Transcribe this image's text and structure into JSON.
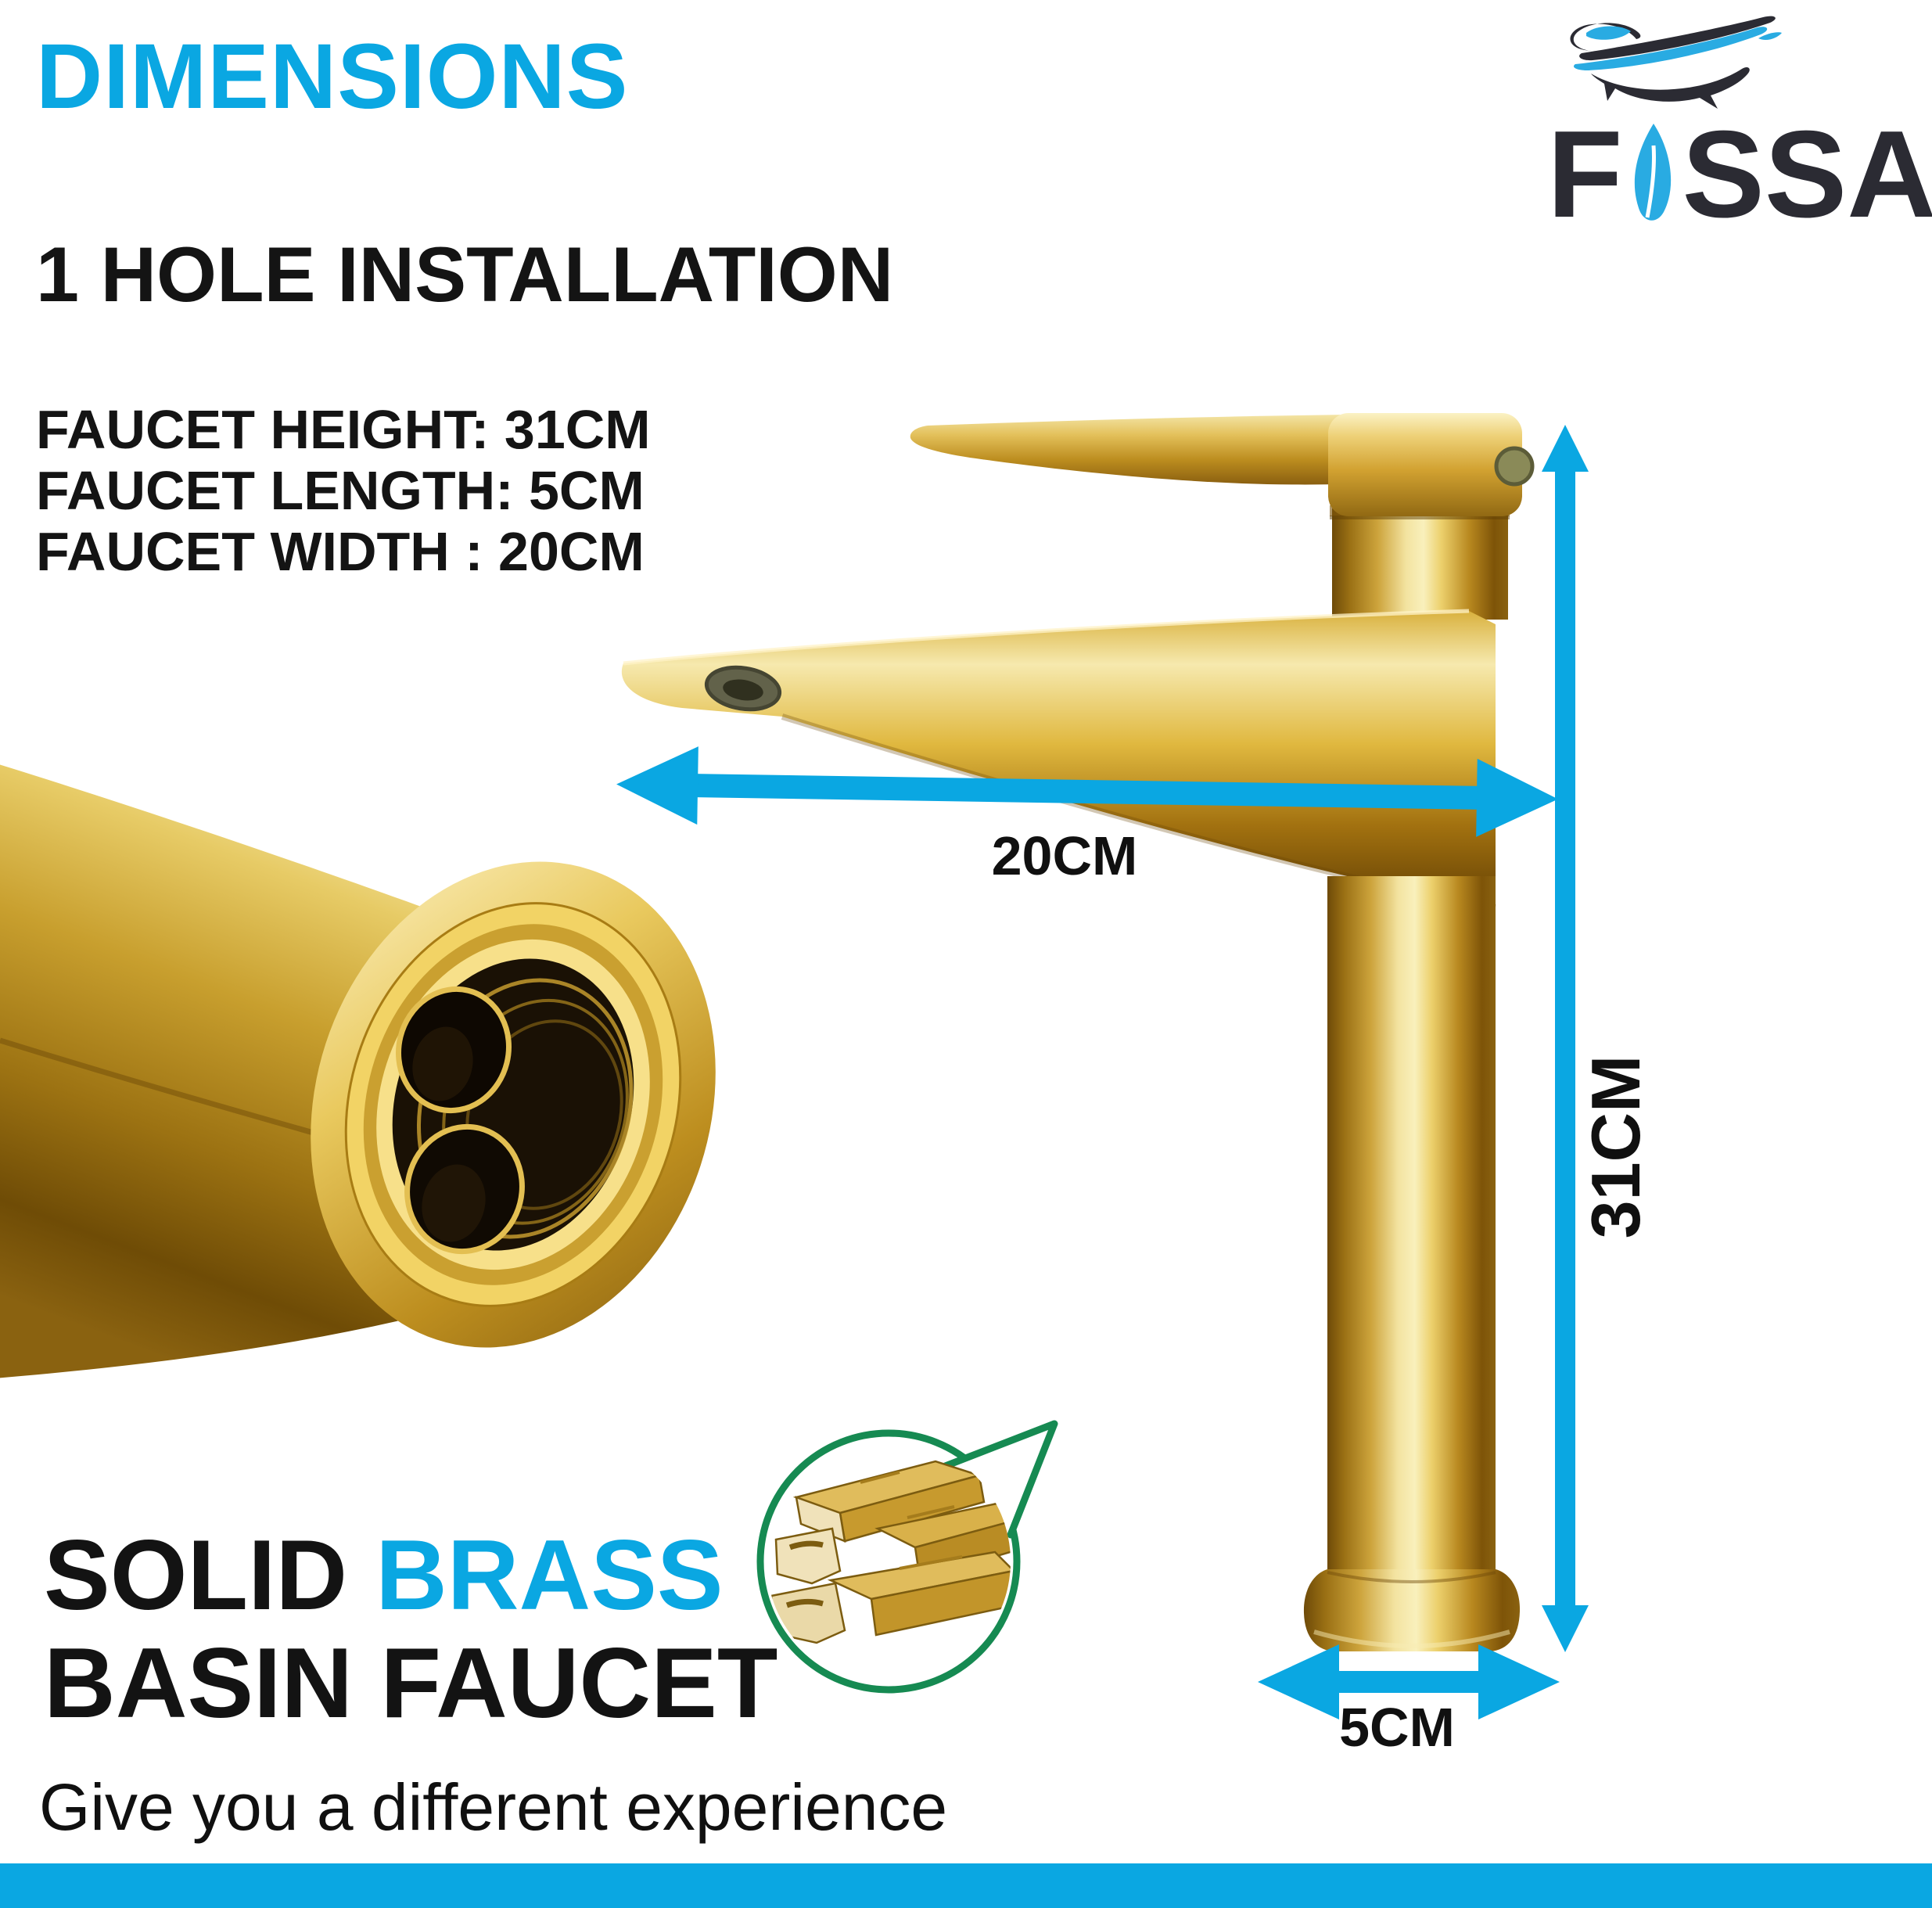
{
  "colors": {
    "accent_cyan": "#0aa7e2",
    "logo_blue": "#29abe2",
    "logo_charcoal": "#2b2b33",
    "text_black": "#141414",
    "callout_green": "#168a52",
    "faucet_gold": "#d4a62e"
  },
  "icons": {
    "logo_mark": "fossa-basin-icon",
    "logo_o_glyph": "leaf-icon",
    "width_arrow": "double-arrow-horizontal-icon",
    "height_arrow": "double-arrow-vertical-icon",
    "base_arrow": "double-arrow-horizontal-icon"
  },
  "header": {
    "title": "DIMENSIONS"
  },
  "logo": {
    "part1": "F",
    "part2": "SSA"
  },
  "installation": {
    "heading": "1 HOLE INSTALLATION"
  },
  "specs": [
    {
      "text": "FAUCET HEIGHT: 31CM"
    },
    {
      "text": "FAUCET LENGTH: 5CM"
    },
    {
      "text": "FAUCET WIDTH : 20CM"
    }
  ],
  "dimension_labels": {
    "width": "20CM",
    "height": "31CM",
    "base": "5CM"
  },
  "footer": {
    "material_black": "SOLID",
    "material_accent": "BRASS",
    "product_line": "BASIN FAUCET",
    "tagline": "Give you a different experience"
  }
}
